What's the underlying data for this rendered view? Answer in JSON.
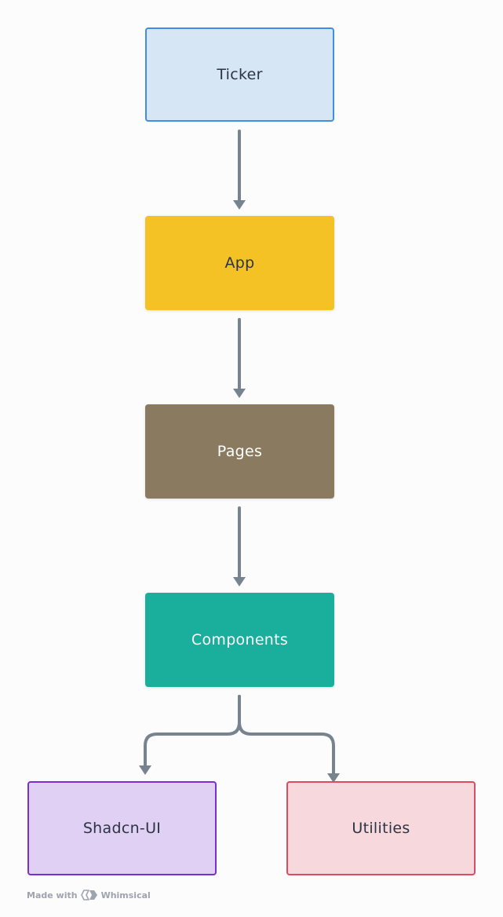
{
  "nodes": {
    "ticker": "Ticker",
    "app": "App",
    "pages": "Pages",
    "components": "Components",
    "shadcn": "Shadcn-UI",
    "utilities": "Utilities"
  },
  "edges": [
    {
      "from": "Ticker",
      "to": "App"
    },
    {
      "from": "App",
      "to": "Pages"
    },
    {
      "from": "Pages",
      "to": "Components"
    },
    {
      "from": "Components",
      "to": "Shadcn-UI"
    },
    {
      "from": "Components",
      "to": "Utilities"
    }
  ],
  "footer": {
    "made_with": "Made with",
    "brand": "Whimsical",
    "brand_icon": "whimsical-logo-icon"
  },
  "colors": {
    "ticker_fill": "#d6e6f5",
    "ticker_border": "#3f8fe0",
    "app_fill": "#f5c226",
    "pages_fill": "#8a7a5f",
    "components_fill": "#1aae9d",
    "shadcn_fill": "#e0d0f3",
    "shadcn_border": "#7b2ed1",
    "utilities_fill": "#f7d9dd",
    "utilities_border": "#dc4c60",
    "connector": "#77838f"
  }
}
